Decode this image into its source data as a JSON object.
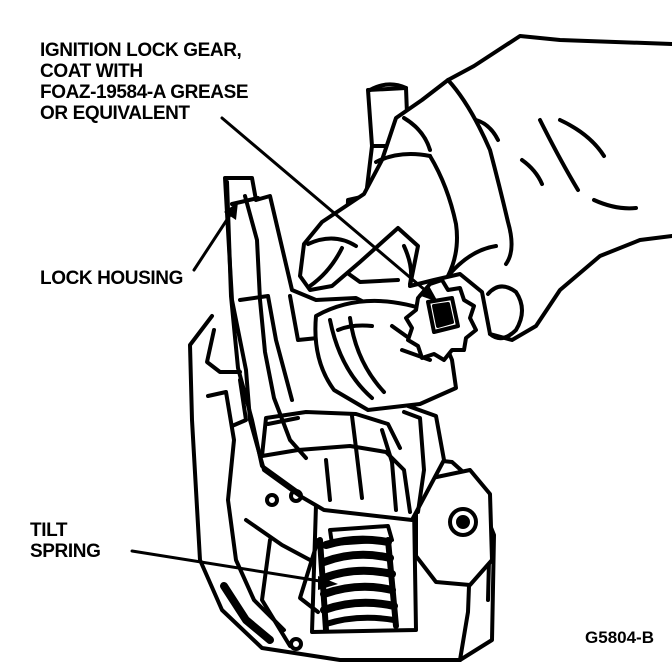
{
  "callouts": {
    "ignition_lock_gear": [
      "IGNITION LOCK GEAR,",
      "COAT WITH",
      "FOAZ-19584-A GREASE",
      "OR EQUIVALENT"
    ],
    "lock_housing": "LOCK HOUSING",
    "tilt_spring": [
      "TILT",
      "SPRING"
    ]
  },
  "figure_code": "G5804-B",
  "colors": {
    "ink": "#000000",
    "paper": "#ffffff"
  }
}
